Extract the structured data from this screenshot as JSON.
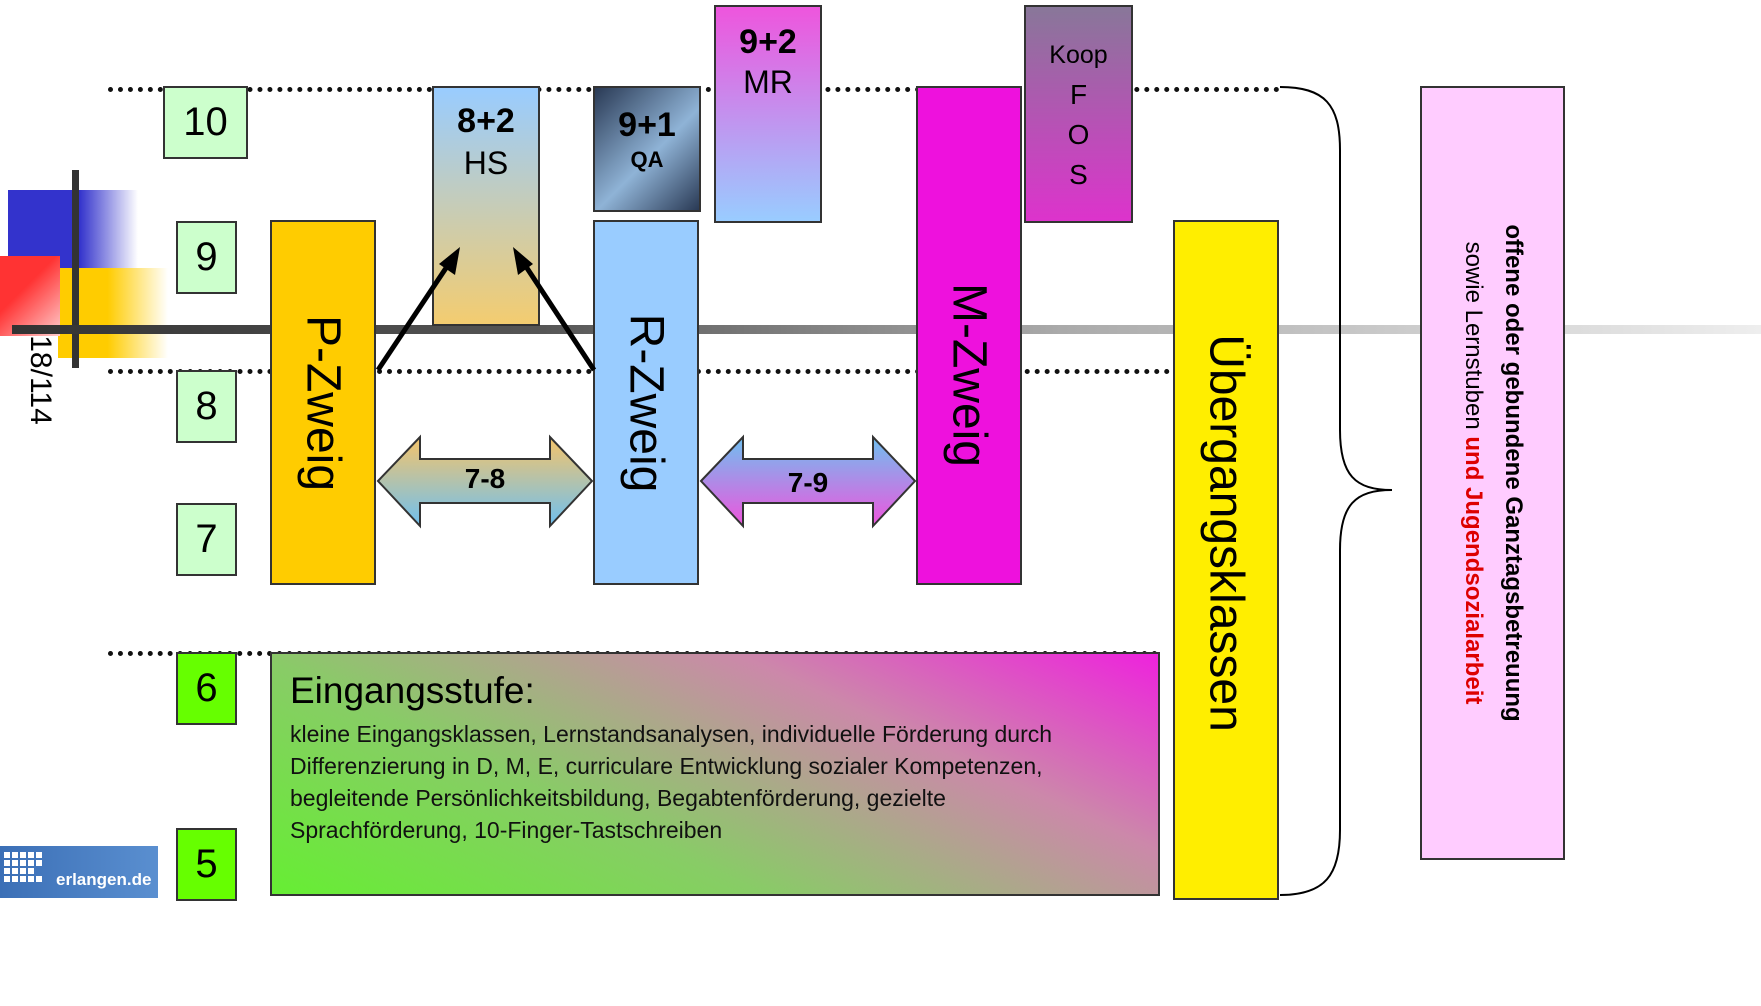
{
  "page_number": "18/114",
  "logo_text": "erlangen.de",
  "grades": [
    "10",
    "9",
    "8",
    "7",
    "6",
    "5"
  ],
  "branches": {
    "p": "P-Zweig",
    "r": "R-Zweig",
    "m": "M-Zweig",
    "transition": "Übergangsklassen"
  },
  "hs": {
    "top": "8+2",
    "bottom": "HS"
  },
  "qa": {
    "top": "9+1",
    "bottom": "QA"
  },
  "mr": {
    "top": "9+2",
    "bottom": "MR"
  },
  "koop": {
    "line1": "Koop",
    "line2": "F",
    "line3": "O",
    "line4": "S"
  },
  "arrow_left": "7-8",
  "arrow_right": "7-9",
  "entrance": {
    "title": "Eingangsstufe:",
    "body": "kleine Eingangsklassen, Lernstandsanalysen, individuelle Förderung durch Differenzierung in D, M, E, curriculare Entwicklung sozialer Kompetenzen, begleitende Persönlichkeitsbildung, Begabtenförderung, gezielte Sprachförderung, 10-Finger-Tastschreiben"
  },
  "side_panel": {
    "line1": "offene oder gebundene Ganztagsbetreuung",
    "line2_prefix": "sowie Lernstuben ",
    "line2_highlight": "und Jugendsozialarbeit"
  },
  "colors": {
    "p_branch": "#ffcc00",
    "r_branch": "#99ccff",
    "m_branch": "#ee11dd",
    "transition": "#ffee00",
    "side_panel": "#ffccff",
    "highlight_red": "#dd0000"
  }
}
